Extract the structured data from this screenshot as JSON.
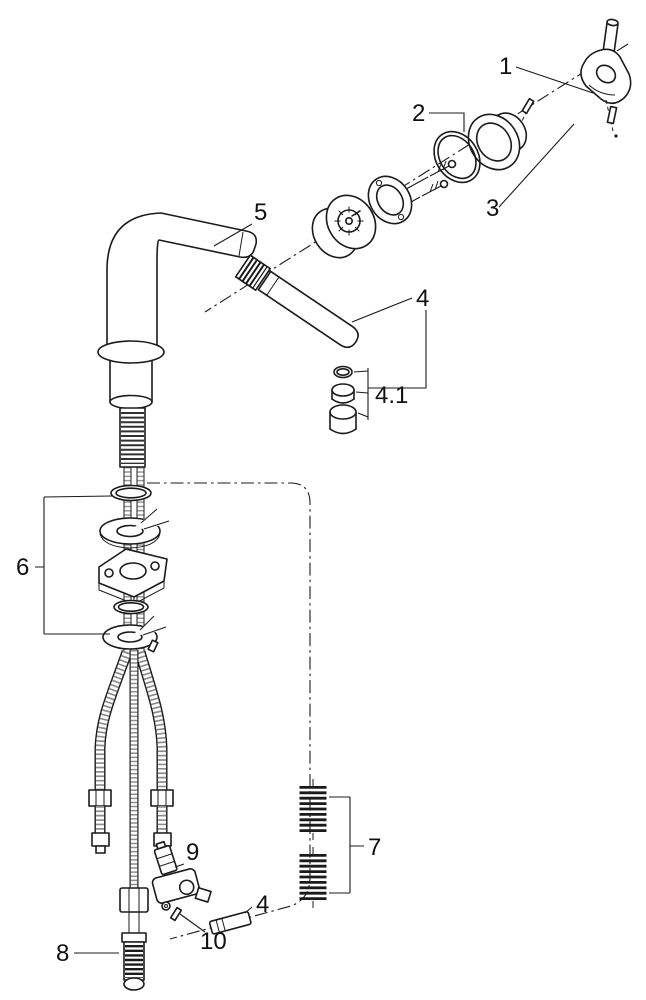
{
  "diagram": {
    "background": "#ffffff",
    "line_color": "#1b1b1b",
    "callouts": {
      "c1": {
        "label": "1"
      },
      "c2": {
        "label": "2"
      },
      "c3": {
        "label": "3"
      },
      "c4_top": {
        "label": "4"
      },
      "c4_sub": {
        "label": "4.1"
      },
      "c5": {
        "label": "5"
      },
      "c6": {
        "label": "6"
      },
      "c7": {
        "label": "7"
      },
      "c8": {
        "label": "8"
      },
      "c9": {
        "label": "9"
      },
      "c10": {
        "label": "10"
      },
      "c4_bottom": {
        "label": "4"
      }
    }
  }
}
